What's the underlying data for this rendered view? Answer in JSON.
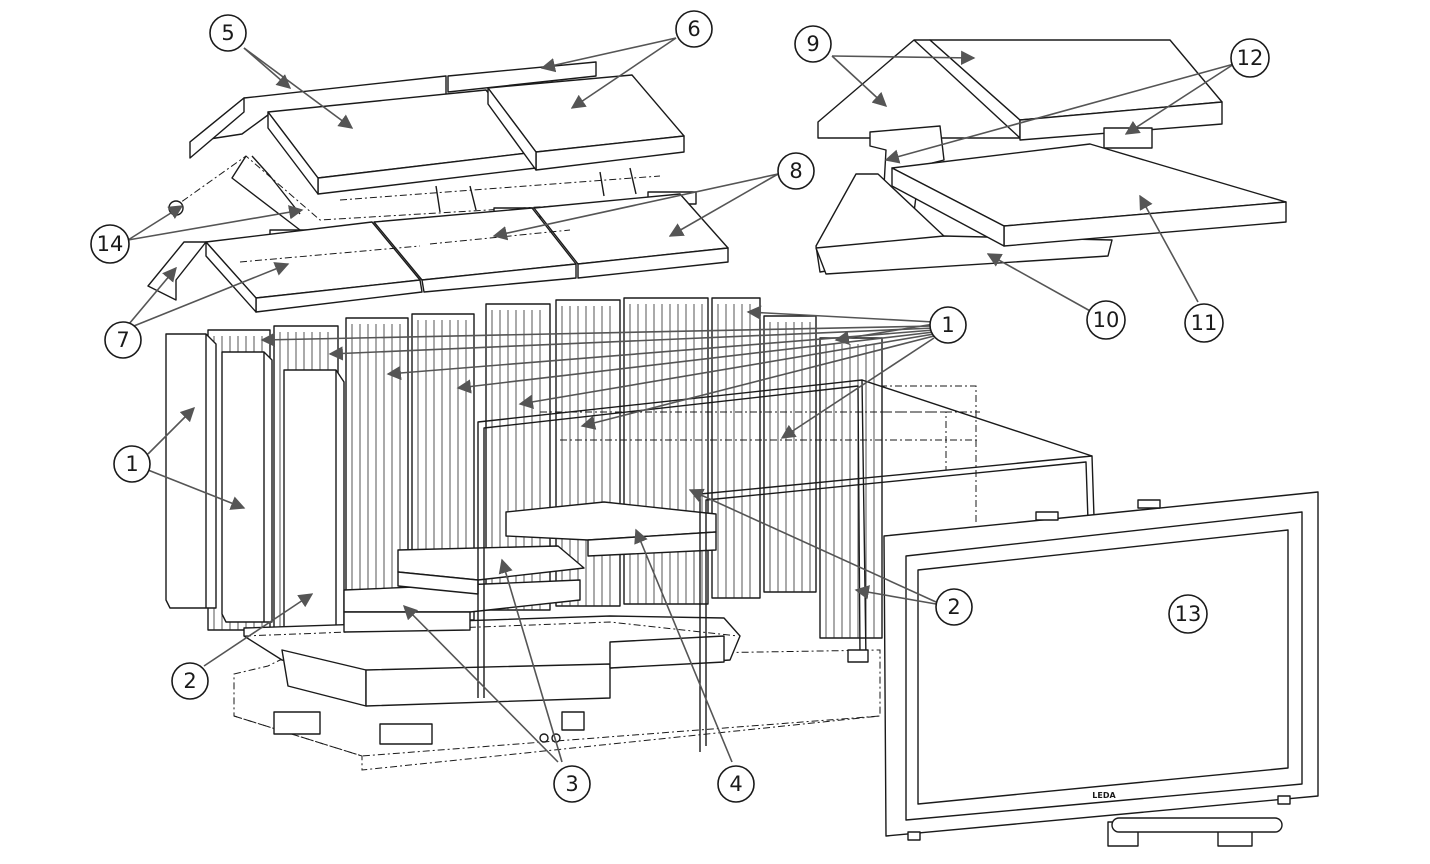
{
  "diagram": {
    "brand_label": "LEDA",
    "callouts": [
      {
        "id": "c5",
        "label": "5"
      },
      {
        "id": "c6",
        "label": "6"
      },
      {
        "id": "c8",
        "label": "8"
      },
      {
        "id": "c14",
        "label": "14"
      },
      {
        "id": "c7",
        "label": "7"
      },
      {
        "id": "c9",
        "label": "9"
      },
      {
        "id": "c12",
        "label": "12"
      },
      {
        "id": "c10",
        "label": "10"
      },
      {
        "id": "c11",
        "label": "11"
      },
      {
        "id": "c1a",
        "label": "1"
      },
      {
        "id": "c1b",
        "label": "1"
      },
      {
        "id": "c2a",
        "label": "2"
      },
      {
        "id": "c2b",
        "label": "2"
      },
      {
        "id": "c3",
        "label": "3"
      },
      {
        "id": "c4",
        "label": "4"
      },
      {
        "id": "c13",
        "label": "13"
      }
    ]
  }
}
